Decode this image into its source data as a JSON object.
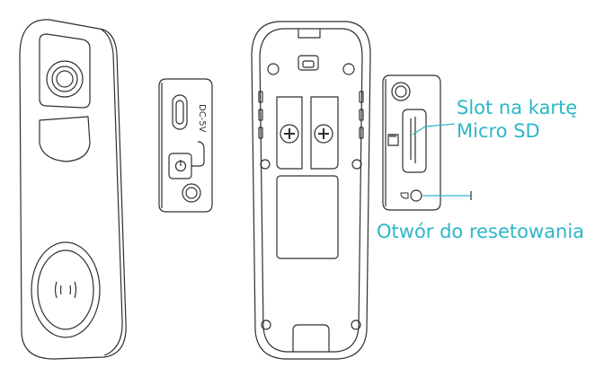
{
  "port_label": "DC-5V",
  "callouts": {
    "sd_slot": {
      "line1": "Slot na kartę",
      "line2": "Micro SD"
    },
    "reset_hole": "Otwór do resetowania"
  },
  "colors": {
    "line": "#2f2f2f",
    "accent": "#2bb7c8"
  }
}
